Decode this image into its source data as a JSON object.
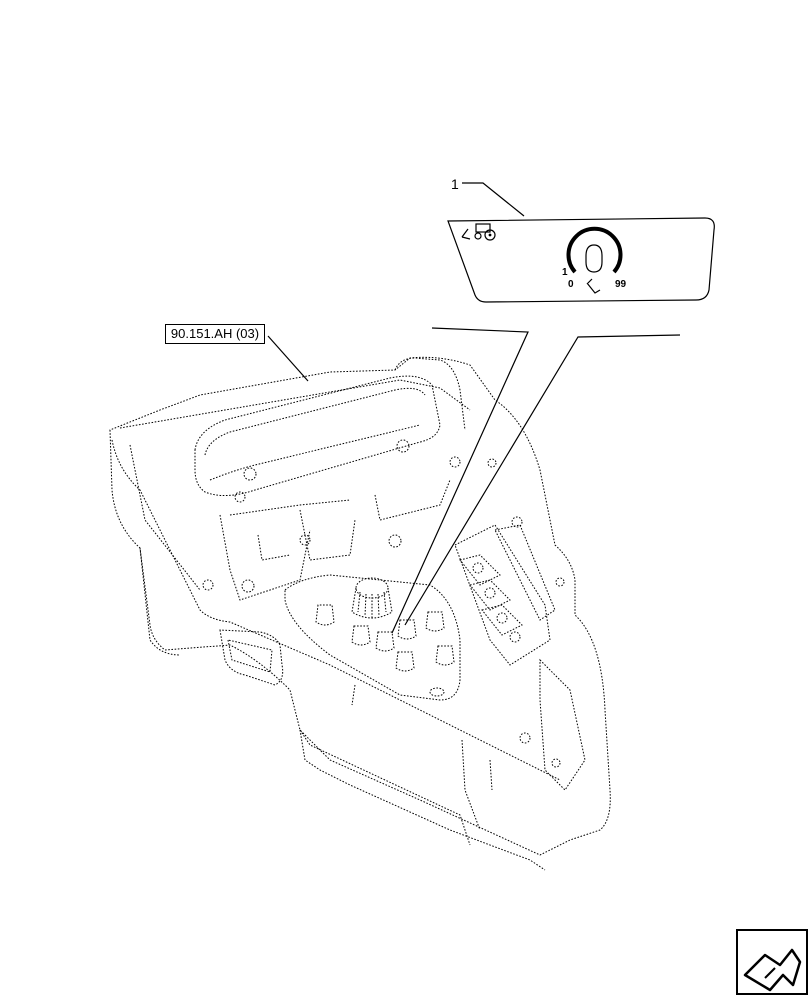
{
  "reference_label": "90.151.AH (03)",
  "callout_number": "1",
  "decal": {
    "label_min_top": "1",
    "label_min_bottom": "0",
    "label_max": "99",
    "icons": [
      "tractor-icon",
      "hitch-icon",
      "dial-icon"
    ]
  },
  "navigation": {
    "icon": "next-page-arrow-icon"
  }
}
